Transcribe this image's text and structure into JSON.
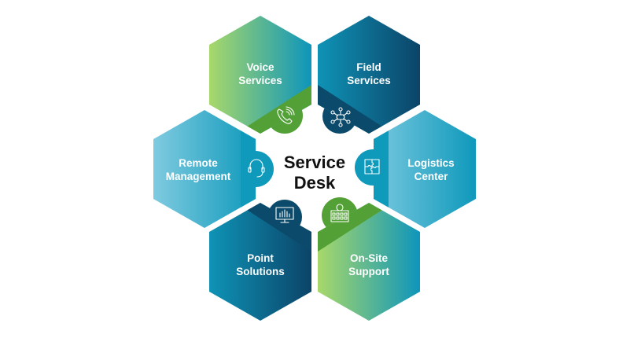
{
  "center": {
    "line1": "Service",
    "line2": "Desk"
  },
  "segments": [
    {
      "id": "voice-services",
      "line1": "Voice",
      "line2": "Services",
      "icon": "phone-icon"
    },
    {
      "id": "field-services",
      "line1": "Field",
      "line2": "Services",
      "icon": "network-hub-icon"
    },
    {
      "id": "remote-management",
      "line1": "Remote",
      "line2": "Management",
      "icon": "headset-icon"
    },
    {
      "id": "logistics-center",
      "line1": "Logistics",
      "line2": "Center",
      "icon": "puzzle-icon"
    },
    {
      "id": "point-solutions",
      "line1": "Point",
      "line2": "Solutions",
      "icon": "monitor-chart-icon"
    },
    {
      "id": "on-site-support",
      "line1": "On-Site",
      "line2": "Support",
      "icon": "building-icon"
    }
  ],
  "colors": {
    "green_light": "#a8d86a",
    "green_dark": "#53a136",
    "teal": "#1096b8",
    "teal_light": "#7ccbe0",
    "navy": "#0c4a6e",
    "navy_band": "#0b4a6a",
    "center_text": "#111111"
  }
}
